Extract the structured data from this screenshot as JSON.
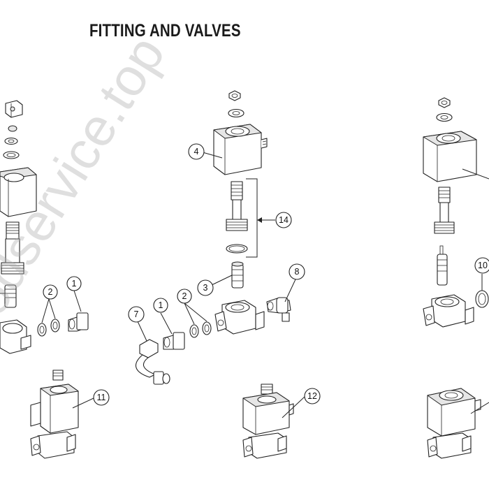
{
  "title": "FITTING AND VALVES",
  "watermark": "odservice.top",
  "callouts": {
    "c4": "4",
    "c14": "14",
    "c3": "3",
    "c8": "8",
    "c2a": "2",
    "c1a": "1",
    "c7": "7",
    "c1b": "1",
    "c2b": "2",
    "c10": "10",
    "c11": "11",
    "c12": "12"
  }
}
